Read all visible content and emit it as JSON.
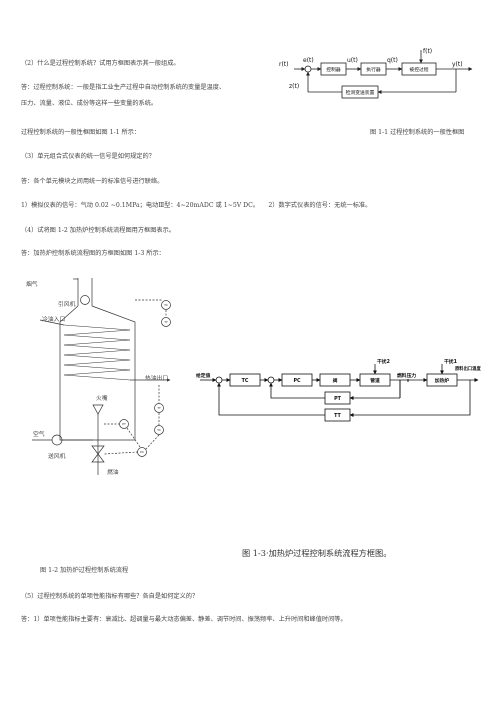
{
  "text": {
    "q2": "（2）什么是过程控制系统？试用方框图表示其一般组成。",
    "a2_l1": "答：过程控制系统：一般是指工业生产过程中自动控制系统的变量是温度、",
    "a2_l2": "压力、流量、液位、成份等这样一些变量的系统。",
    "fig1_lead": "过程控制系统的一般性框图如图 1-1 所示：",
    "fig1_caption": "图 1-1 过程控制系统的一般性框图",
    "q3": "（3）单元组合式仪表的统一信号是如何规定的？",
    "a3": "答：各个单元模块之间用统一的标准信号进行联络。",
    "a3_items": "1）模拟仪表的信号：气动 0.02 ~0.1MPa；电动Ⅲ型：4~20mADC 或 1~5V DC。　　2）数字式仪表的信号：无统一标准。",
    "q4": "（4）试将图 1-2 加热炉控制系统流程图用方框图表示。",
    "a4": "答：加热炉控制系统流程图的方框图如图 1-3 所示：",
    "fig2_caption": "图 1-2 加热炉过程控制系统流程",
    "fig3_caption": "图 1-3·加热炉过程控制系统流程方框图。",
    "q5": "（5）过程控制系统的单项性能指标有哪些？各自是如何定义的？",
    "a5": "答：1）单项性能指标主要有：衰减比、超调量与最大动态偏差、静差、调节时间、振荡频率、上升时间和峰值时间等。"
  },
  "fig1": {
    "r": "r(t)",
    "e": "e(t)",
    "u": "u(t)",
    "q": "q(t)",
    "f": "f(t)",
    "y": "y(t)",
    "z": "z(t)",
    "controller": "控制器",
    "actuator": "执行器",
    "process": "被控过程",
    "measure": "检测变送装置"
  },
  "fig2": {
    "flue_gas": "烟气",
    "induced_fan": "引风机",
    "cold_oil_in": "冷油入口",
    "hot_oil_out": "热油出口",
    "burner": "火嘴",
    "air": "空气",
    "blower": "送风机",
    "fuel": "燃油",
    "tc": "TC",
    "tt": "TT",
    "pt": "PT",
    "pc": "PC"
  },
  "fig3": {
    "setpoint": "给定值",
    "tc": "TC",
    "pc": "PC",
    "valve": "阀",
    "pipe": "管道",
    "disturbance2": "干扰2",
    "disturbance1": "干扰1",
    "fuel_pressure": "燃料压力",
    "furnace": "加热炉",
    "outlet_temp": "原料出口温度",
    "pt": "PT",
    "tt": "TT"
  }
}
